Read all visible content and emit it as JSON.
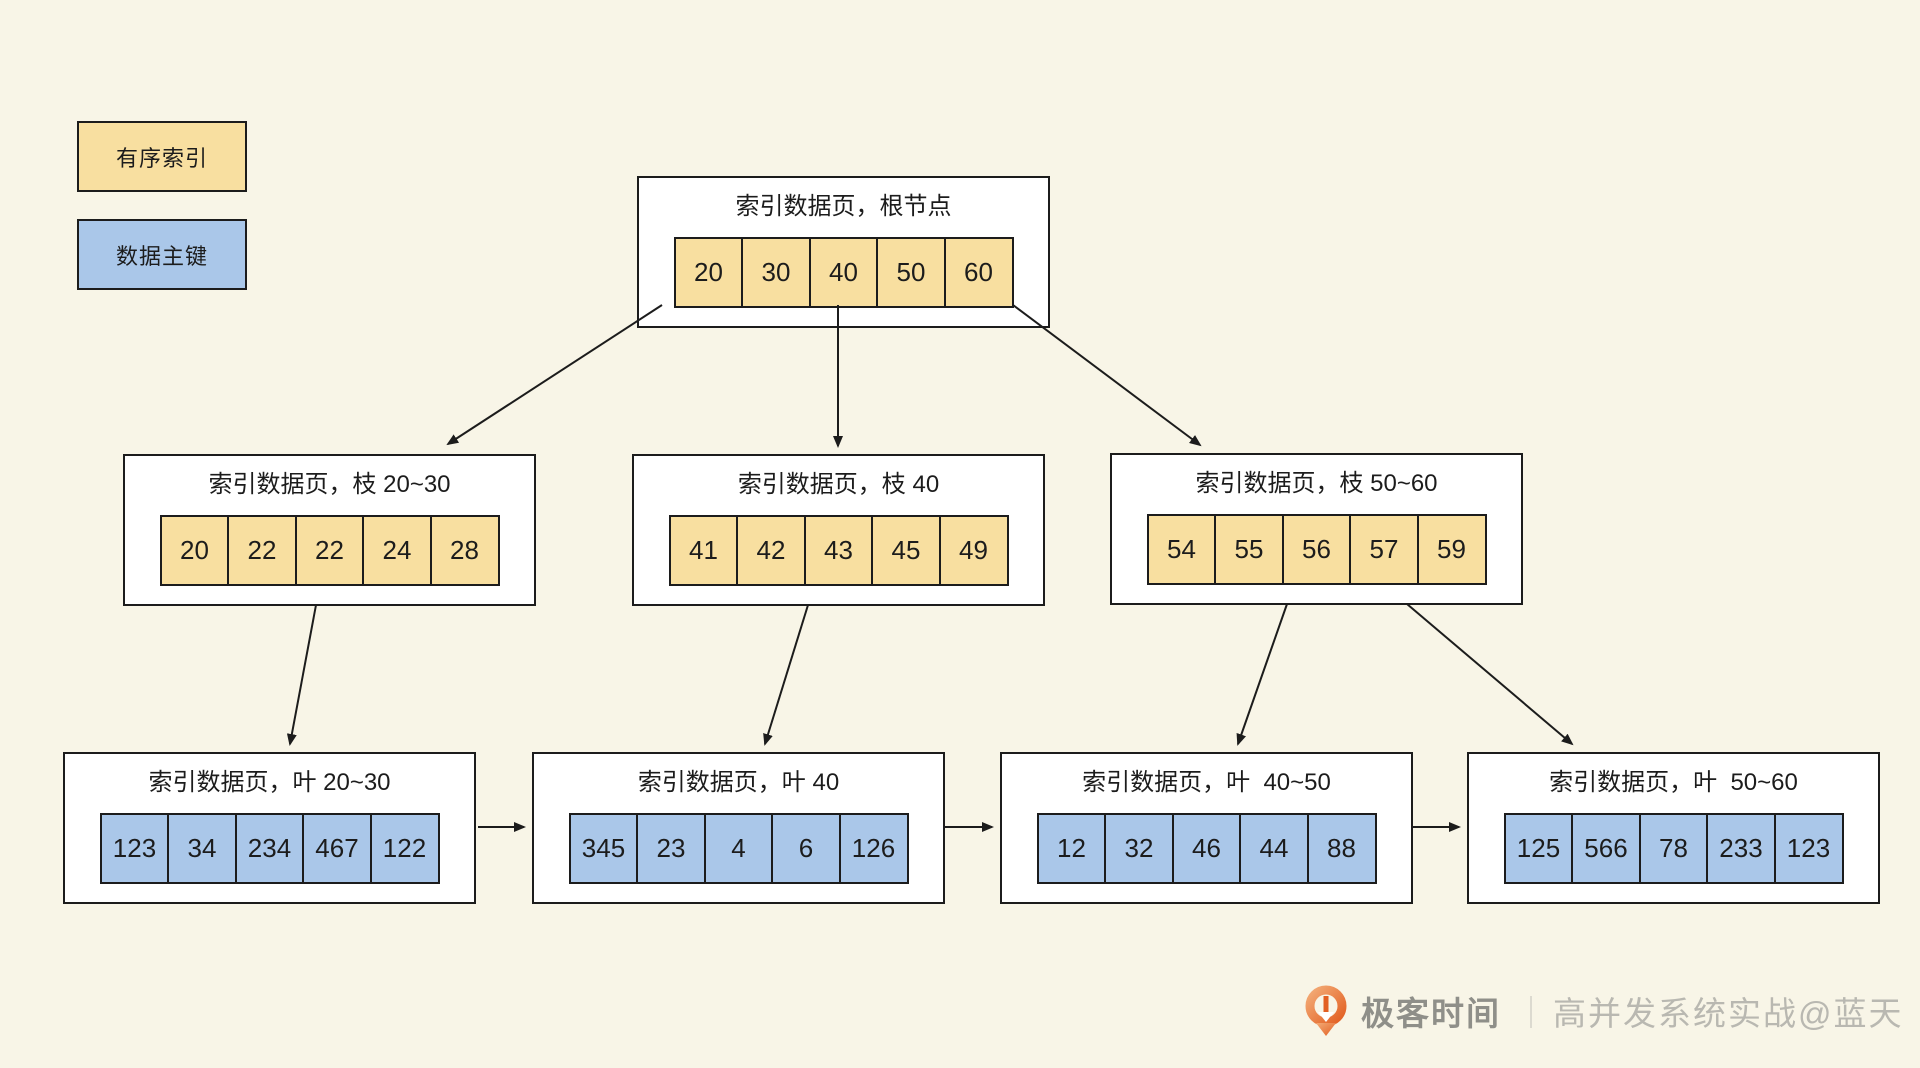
{
  "diagram": {
    "background_color": "#f8f5e7",
    "legend": {
      "index_label": "有序索引",
      "key_label": "数据主键",
      "index_color": "#f8dfa0",
      "key_color": "#aac7e9"
    },
    "nodes": {
      "root": {
        "title": "索引数据页，根节点",
        "cells": [
          "20",
          "30",
          "40",
          "50",
          "60"
        ],
        "cell_type": "index"
      },
      "branch1": {
        "title": "索引数据页，枝 20~30",
        "cells": [
          "20",
          "22",
          "22",
          "24",
          "28"
        ],
        "cell_type": "index"
      },
      "branch2": {
        "title": "索引数据页，枝 40",
        "cells": [
          "41",
          "42",
          "43",
          "45",
          "49"
        ],
        "cell_type": "index"
      },
      "branch3": {
        "title": "索引数据页，枝 50~60",
        "cells": [
          "54",
          "55",
          "56",
          "57",
          "59"
        ],
        "cell_type": "index"
      },
      "leaf1": {
        "title": "索引数据页，叶 20~30",
        "cells": [
          "123",
          "34",
          "234",
          "467",
          "122"
        ],
        "cell_type": "key"
      },
      "leaf2": {
        "title": "索引数据页，叶 40",
        "cells": [
          "345",
          "23",
          "4",
          "6",
          "126"
        ],
        "cell_type": "key"
      },
      "leaf3": {
        "title": "索引数据页，叶  40~50",
        "cells": [
          "12",
          "32",
          "46",
          "44",
          "88"
        ],
        "cell_type": "key"
      },
      "leaf4": {
        "title": "索引数据页，叶  50~60",
        "cells": [
          "125",
          "566",
          "78",
          "233",
          "123"
        ],
        "cell_type": "key"
      }
    },
    "line_color": "#1c1c1c"
  },
  "watermark": {
    "brand": "极客时间",
    "divider": "｜",
    "caption": "高并发系统实战@蓝天",
    "logo": "geektime-logo",
    "logo_orange": "#e7702f",
    "brand_color": "#8f8f89",
    "caption_color": "#b9b8b1"
  }
}
